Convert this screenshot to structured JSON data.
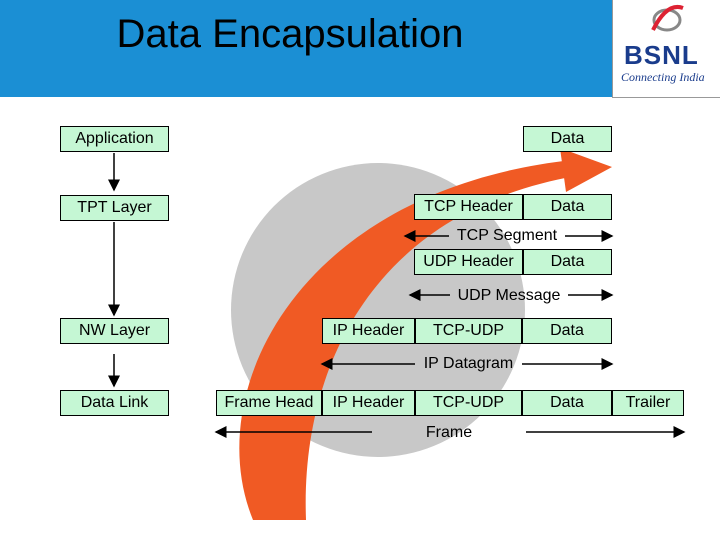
{
  "title": "Data Encapsulation",
  "logo": {
    "name": "BSNL",
    "tagline": "Connecting India"
  },
  "layers": [
    "Application",
    "TPT Layer",
    "NW Layer",
    "Data Link"
  ],
  "row_app": {
    "data": "Data"
  },
  "row_tcp": {
    "header": "TCP Header",
    "data": "Data",
    "span": "TCP Segment"
  },
  "row_udp": {
    "header": "UDP Header",
    "data": "Data",
    "span": "UDP Message"
  },
  "row_ip": {
    "header": "IP Header",
    "payload": "TCP-UDP",
    "data": "Data",
    "span": "IP Datagram"
  },
  "row_frame": {
    "head": "Frame Head",
    "ip": "IP Header",
    "payload": "TCP-UDP",
    "data": "Data",
    "trailer": "Trailer",
    "span": "Frame"
  },
  "colors": {
    "header_bg": "#1b8fd4",
    "box_fill": "#c5f7d4",
    "swoosh": "#f05a24",
    "circle": "#c8c8c8"
  }
}
